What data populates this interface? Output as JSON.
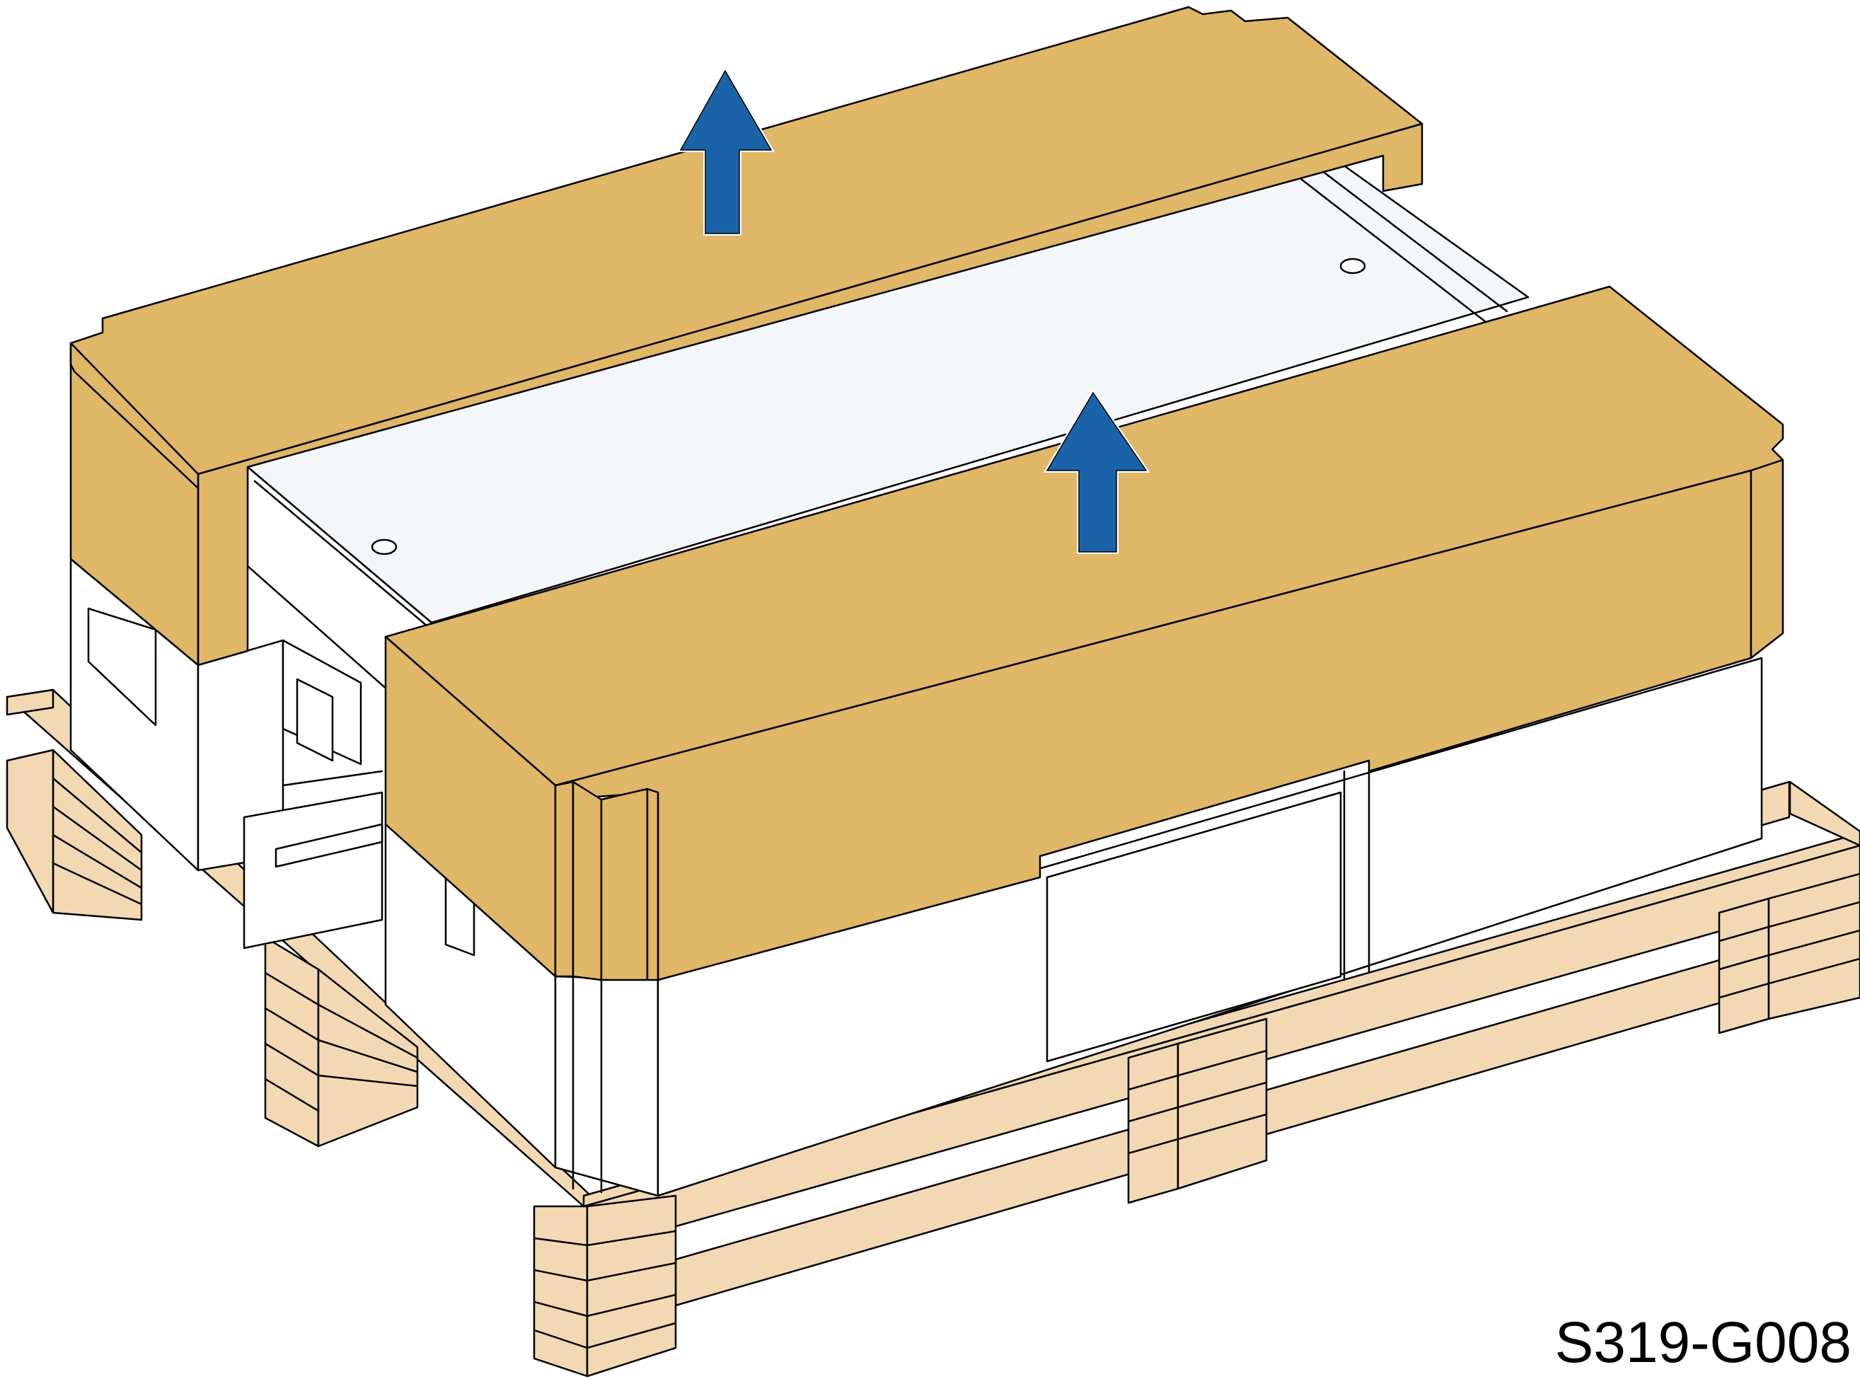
{
  "figure": {
    "id_label": "S319-G008",
    "subject": "equipment-on-pallet",
    "action": "lift-off-top-cushions"
  },
  "colors": {
    "cardboard": "#DFB767",
    "wood": "#F2D9B3",
    "device_top": "#F4F7FA",
    "foam": "#FFFFFF",
    "arrow": "#1B63A8",
    "outline": "#000000"
  },
  "icons": {
    "lift_arrow": "arrow-up-icon"
  }
}
